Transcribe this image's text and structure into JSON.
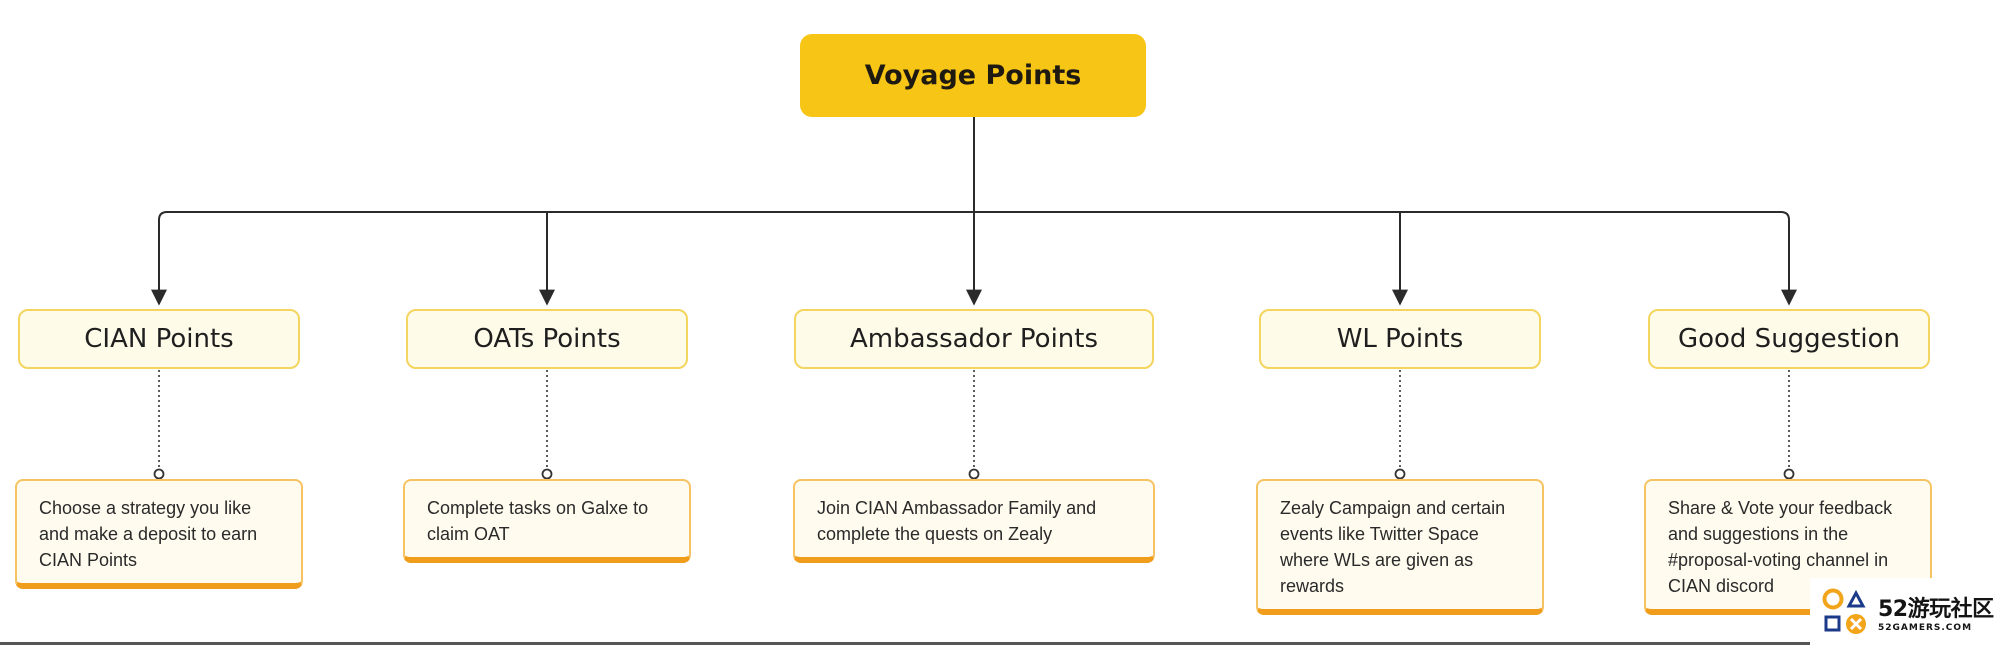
{
  "root": {
    "label": "Voyage Points"
  },
  "categories": [
    {
      "label": "CIAN Points",
      "description": "Choose a strategy you like and make a deposit to earn CIAN Points"
    },
    {
      "label": "OATs Points",
      "description": "Complete tasks on Galxe to claim OAT"
    },
    {
      "label": "Ambassador Points",
      "description": "Join CIAN Ambassador Family and complete the quests on Zealy"
    },
    {
      "label": "WL Points",
      "description": "Zealy Campaign and certain events like Twitter Space where WLs are given as rewards"
    },
    {
      "label": "Good Suggestion",
      "description": "Share & Vote your feedback and suggestions in the #proposal-voting channel in CIAN discord"
    }
  ],
  "watermark": {
    "main": "52游玩社区",
    "sub": "52GAMERS.COM"
  },
  "colors": {
    "root_fill": "#f7c515",
    "category_fill": "#fffbe9",
    "category_border": "#f3d55f",
    "description_fill": "#fffbef",
    "description_accent": "#ef9d1a",
    "connector": "#2b2b2b"
  }
}
